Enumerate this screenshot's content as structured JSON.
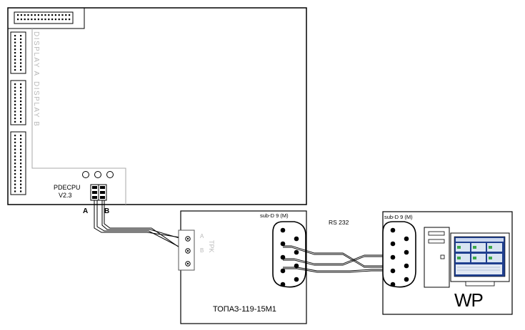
{
  "controller": {
    "display_a_label": "DISPLAY A",
    "display_b_label": "DISPLAY B",
    "board_name": "PDECPU",
    "board_version": "V2.3",
    "terminal_a": "A",
    "terminal_b": "B"
  },
  "converter": {
    "name": "ТОПАЗ-119-15М1",
    "port_label": "sub-D 9 (M)",
    "terminal_label": "TPK",
    "terminal_a": "A",
    "terminal_b": "B"
  },
  "link": {
    "label": "RS 232"
  },
  "workstation": {
    "port_label": "sub-D 9 (M)",
    "name": "WP"
  }
}
